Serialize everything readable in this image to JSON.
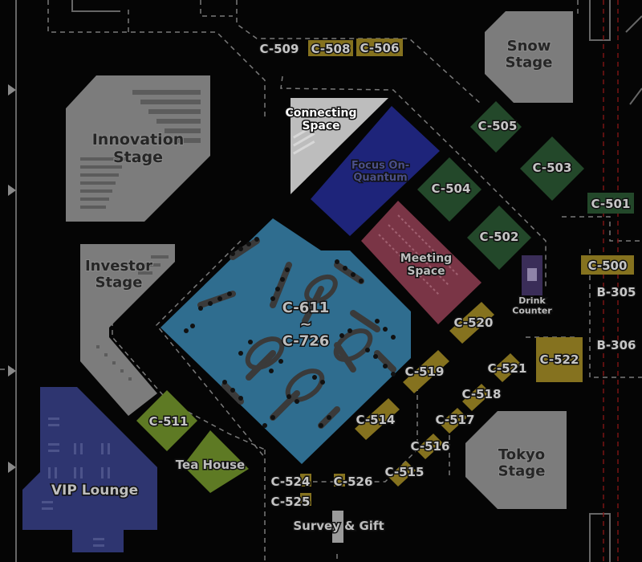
{
  "colors": {
    "background": "#050505",
    "stage": "#7c7c7c",
    "connecting": "#bdbdbd",
    "focus": "#1e247a",
    "meeting": "#7a3546",
    "ideas": "#2f6d8f",
    "green_booth": "#23482a",
    "olive_booth": "#5e7a24",
    "yellow_booth": "#85721f",
    "vip": "#2e3570",
    "drink": "#3a2d58"
  },
  "areas": {
    "innovation_stage": "Innovation\nStage",
    "investor_stage": "Investor\nStage",
    "snow_stage": "Snow\nStage",
    "tokyo_stage": "Tokyo\nStage",
    "connecting_space": "Connecting\nSpace",
    "focus_on_quantum": "Focus On-\nQuantum",
    "meeting_space": "Meeting\nSpace",
    "ideas_hall": "C-611\n~\nC-726",
    "vip_lounge": "VIP Lounge",
    "tea_house": "Tea House",
    "drink_counter": "Drink\nCounter",
    "survey_gift": "Survey & Gift"
  },
  "booths": {
    "c509": "C-509",
    "c508": "C-508",
    "c506": "C-506",
    "c505": "C-505",
    "c503": "C-503",
    "c504": "C-504",
    "c502": "C-502",
    "c501": "C-501",
    "c500": "C-500",
    "b305": "B-305",
    "b306": "B-306",
    "c520": "C-520",
    "c522": "C-522",
    "c521": "C-521",
    "c519": "C-519",
    "c518": "C-518",
    "c517": "C-517",
    "c514": "C-514",
    "c516": "C-516",
    "c515": "C-515",
    "c511": "C-511",
    "c524": "C-524",
    "c526": "C-526",
    "c525": "C-525"
  }
}
